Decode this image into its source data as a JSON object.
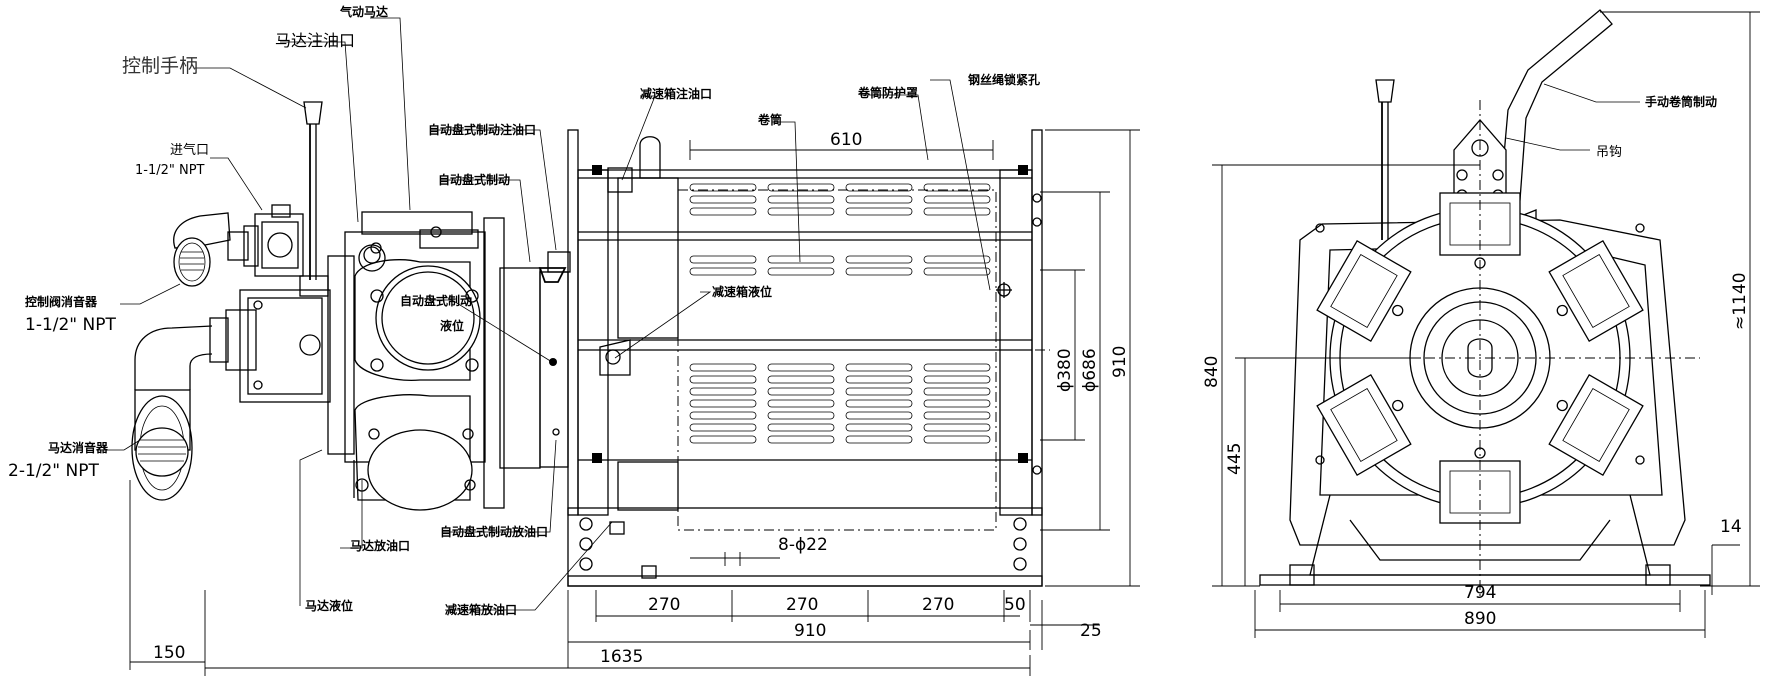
{
  "labels": {
    "pneumatic_motor": "气动马达",
    "motor_oil_fill": "马达注油口",
    "control_handle": "控制手柄",
    "air_inlet": "进气口",
    "air_inlet_size": "1-1/2\" NPT",
    "control_valve_muffler": "控制阀消音器",
    "control_valve_muffler_size": "1-1/2\" NPT",
    "motor_muffler": "马达消音器",
    "motor_muffler_size": "2-1/2\" NPT",
    "disc_brake_oil_fill": "自动盘式制动注油口",
    "disc_brake": "自动盘式制动",
    "disc_brake_level_1": "自动盘式制动",
    "disc_brake_level_2": "液位",
    "motor_oil_drain": "马达放油口",
    "motor_oil_level": "马达液位",
    "disc_brake_oil_drain": "自动盘式制动放油口",
    "gearbox_oil_drain": "减速箱放油口",
    "gearbox_oil_fill": "减速箱注油口",
    "gearbox_oil_level": "减速箱液位",
    "drum": "卷筒",
    "drum_guard": "卷筒防护罩",
    "wire_rope_lock_hole": "钢丝绳锁紧孔",
    "manual_drum_brake": "手动卷筒制动",
    "lifting_hook": "吊钩"
  },
  "dimensions": {
    "drum_length": "610",
    "bore_dia": "ϕ380",
    "flange_dia": "ϕ686",
    "flange_height": "910",
    "bolt_holes": "8-ϕ22",
    "bolt_spacing_1": "270",
    "bolt_spacing_2": "270",
    "bolt_spacing_3": "270",
    "edge_offset": "50",
    "base_length": "910",
    "overhang": "25",
    "muffler_offset": "150",
    "overall_length": "1635",
    "overall_height": "≈1140",
    "center_height_total": "840",
    "center_height": "445",
    "base_thickness": "14",
    "base_bolt_width": "794",
    "base_width": "890"
  }
}
